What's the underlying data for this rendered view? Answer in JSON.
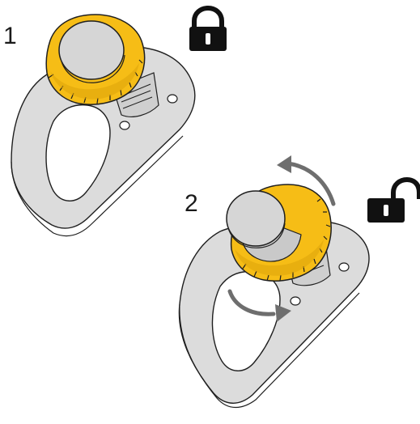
{
  "steps": [
    {
      "number": "1",
      "lock_state": "locked",
      "lock_icon": "lock-closed-icon"
    },
    {
      "number": "2",
      "lock_state": "unlocked",
      "lock_icon": "lock-open-icon",
      "rotation": "counter-clockwise"
    }
  ],
  "colors": {
    "plate": "#dcdcdc",
    "plate_edge": "#b9b9b9",
    "knob": "#f6bd16",
    "knob_shade": "#e0a50b",
    "cap": "#d6d6d6",
    "outline": "#1f1f1f",
    "arrow": "#6e6e6e",
    "icon": "#111111"
  }
}
